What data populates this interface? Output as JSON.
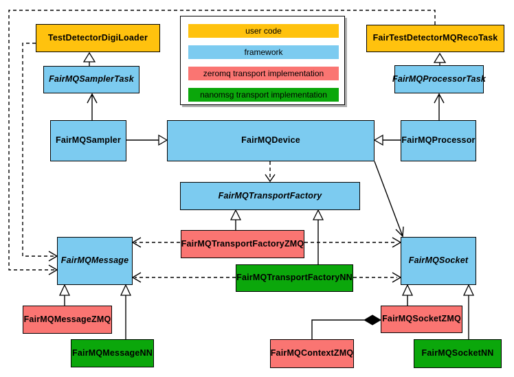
{
  "palette": {
    "user_code": "#FFC20E",
    "framework": "#7CCBF0",
    "zeromq": "#FA7572",
    "nanomsg": "#0BA70B"
  },
  "legend": {
    "items": [
      {
        "id": "user-code",
        "label": "user code",
        "category": "user_code"
      },
      {
        "id": "framework",
        "label": "framework",
        "category": "framework"
      },
      {
        "id": "zeromq",
        "label": "zeromq transport implementation",
        "category": "zeromq"
      },
      {
        "id": "nanomsg",
        "label": "nanomsg transport implementation",
        "category": "nanomsg"
      }
    ]
  },
  "nodes": {
    "test_detector_digi_loader": {
      "label": "TestDetectorDigiLoader",
      "category": "user_code",
      "abstract": false
    },
    "fairmq_sampler_task": {
      "label": "FairMQSamplerTask",
      "category": "framework",
      "abstract": true
    },
    "fair_test_detector_mq_reco_task": {
      "label": "FairTestDetectorMQRecoTask",
      "category": "user_code",
      "abstract": false
    },
    "fairmq_processor_task": {
      "label": "FairMQProcessorTask",
      "category": "framework",
      "abstract": true
    },
    "fairmq_sampler": {
      "label": "FairMQSampler",
      "category": "framework",
      "abstract": false
    },
    "fairmq_device": {
      "label": "FairMQDevice",
      "category": "framework",
      "abstract": false
    },
    "fairmq_processor": {
      "label": "FairMQProcessor",
      "category": "framework",
      "abstract": false
    },
    "fairmq_transport_factory": {
      "label": "FairMQTransportFactory",
      "category": "framework",
      "abstract": true
    },
    "fairmq_transport_factory_zmq": {
      "label": "FairMQTransportFactoryZMQ",
      "category": "zeromq",
      "abstract": false
    },
    "fairmq_transport_factory_nn": {
      "label": "FairMQTransportFactoryNN",
      "category": "nanomsg",
      "abstract": false
    },
    "fairmq_message": {
      "label": "FairMQMessage",
      "category": "framework",
      "abstract": true
    },
    "fairmq_socket": {
      "label": "FairMQSocket",
      "category": "framework",
      "abstract": true
    },
    "fairmq_message_zmq": {
      "label": "FairMQMessageZMQ",
      "category": "zeromq",
      "abstract": false
    },
    "fairmq_message_nn": {
      "label": "FairMQMessageNN",
      "category": "nanomsg",
      "abstract": false
    },
    "fairmq_socket_zmq": {
      "label": "FairMQSocketZMQ",
      "category": "zeromq",
      "abstract": false
    },
    "fairmq_context_zmq": {
      "label": "FairMQContextZMQ",
      "category": "zeromq",
      "abstract": false
    },
    "fairmq_socket_nn": {
      "label": "FairMQSocketNN",
      "category": "nanomsg",
      "abstract": false
    }
  },
  "relations": [
    {
      "from": "FairMQSamplerTask",
      "to": "TestDetectorDigiLoader",
      "arrowhead": "hollow-triangle",
      "line": "solid"
    },
    {
      "from": "FairMQProcessorTask",
      "to": "FairTestDetectorMQRecoTask",
      "arrowhead": "hollow-triangle",
      "line": "solid"
    },
    {
      "from": "FairMQSampler",
      "to": "FairMQSamplerTask",
      "arrowhead": "open-arrow",
      "line": "solid"
    },
    {
      "from": "FairMQProcessor",
      "to": "FairMQProcessorTask",
      "arrowhead": "open-arrow",
      "line": "solid"
    },
    {
      "from": "FairMQSampler",
      "to": "FairMQDevice",
      "arrowhead": "hollow-triangle",
      "line": "solid"
    },
    {
      "from": "FairMQProcessor",
      "to": "FairMQDevice",
      "arrowhead": "hollow-triangle",
      "line": "solid"
    },
    {
      "from": "FairMQDevice",
      "to": "FairMQTransportFactory",
      "arrowhead": "open-arrow",
      "line": "dashed"
    },
    {
      "from": "FairMQDevice",
      "to": "FairMQSocket",
      "arrowhead": "open-arrow",
      "line": "solid"
    },
    {
      "from": "FairMQTransportFactoryZMQ",
      "to": "FairMQTransportFactory",
      "arrowhead": "hollow-triangle",
      "line": "solid"
    },
    {
      "from": "FairMQTransportFactoryNN",
      "to": "FairMQTransportFactory",
      "arrowhead": "hollow-triangle",
      "line": "solid"
    },
    {
      "from": "FairMQTransportFactoryZMQ",
      "to": "FairMQMessage",
      "arrowhead": "open-arrow",
      "line": "dashed"
    },
    {
      "from": "FairMQTransportFactoryZMQ",
      "to": "FairMQSocket",
      "arrowhead": "open-arrow",
      "line": "dashed"
    },
    {
      "from": "FairMQTransportFactoryNN",
      "to": "FairMQMessage",
      "arrowhead": "open-arrow",
      "line": "dashed"
    },
    {
      "from": "FairMQTransportFactoryNN",
      "to": "FairMQSocket",
      "arrowhead": "open-arrow",
      "line": "dashed"
    },
    {
      "from": "TestDetectorDigiLoader",
      "to": "FairMQMessage",
      "arrowhead": "open-arrow",
      "line": "dashed"
    },
    {
      "from": "FairTestDetectorMQRecoTask",
      "to": "FairMQMessage",
      "arrowhead": "open-arrow",
      "line": "dashed"
    },
    {
      "from": "FairMQMessageZMQ",
      "to": "FairMQMessage",
      "arrowhead": "hollow-triangle",
      "line": "solid"
    },
    {
      "from": "FairMQMessageNN",
      "to": "FairMQMessage",
      "arrowhead": "hollow-triangle",
      "line": "solid"
    },
    {
      "from": "FairMQSocketZMQ",
      "to": "FairMQSocket",
      "arrowhead": "hollow-triangle",
      "line": "solid"
    },
    {
      "from": "FairMQSocketNN",
      "to": "FairMQSocket",
      "arrowhead": "hollow-triangle",
      "line": "solid"
    },
    {
      "from": "FairMQContextZMQ",
      "to": "FairMQSocketZMQ",
      "arrowhead": "filled-diamond",
      "line": "solid"
    }
  ]
}
